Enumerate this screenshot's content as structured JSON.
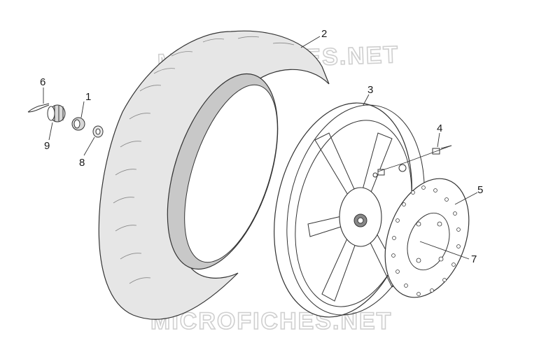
{
  "watermark": {
    "text": "MICROFICHES.NET"
  },
  "callouts": [
    {
      "id": "1",
      "label": "1"
    },
    {
      "id": "2",
      "label": "2"
    },
    {
      "id": "3",
      "label": "3"
    },
    {
      "id": "4",
      "label": "4"
    },
    {
      "id": "5",
      "label": "5"
    },
    {
      "id": "6",
      "label": "6"
    },
    {
      "id": "7",
      "label": "7"
    },
    {
      "id": "8",
      "label": "8"
    },
    {
      "id": "9",
      "label": "9"
    }
  ],
  "parts": [
    {
      "callout": "1",
      "icon": "bearing-icon"
    },
    {
      "callout": "2",
      "icon": "tire-icon"
    },
    {
      "callout": "3",
      "icon": "wheel-rim-icon"
    },
    {
      "callout": "4",
      "icon": "bolt-icon"
    },
    {
      "callout": "5",
      "icon": "brake-disc-icon"
    },
    {
      "callout": "6",
      "icon": "cotter-pin-icon"
    },
    {
      "callout": "7",
      "icon": "disc-screw-icon"
    },
    {
      "callout": "8",
      "icon": "spacer-ring-icon"
    },
    {
      "callout": "9",
      "icon": "castle-nut-icon"
    }
  ],
  "colors": {
    "line": "#333333",
    "tire_fill": "#e6e6e6",
    "tire_inner": "#c8c8c8",
    "watermark": "#cfcfcf"
  }
}
